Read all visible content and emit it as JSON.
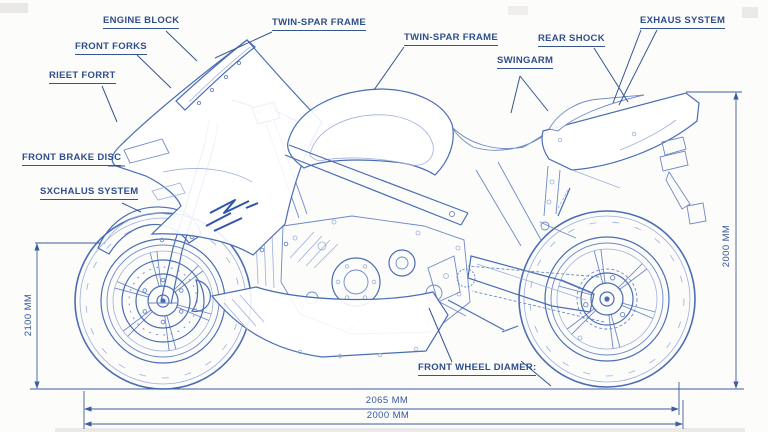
{
  "diagram": {
    "type": "motorcycle-blueprint",
    "labels": {
      "engine_block": "ENGINE BLOCK",
      "front_forks": "FRONT FORKS",
      "rieet_forrt": "RIEET FORRT",
      "twin_spar_frame_left": "TWIN-SPAR FRAME",
      "twin_spar_frame_right": "TWIN-SPAR FRAME",
      "rear_shock": "REAR SHOCK",
      "swingarm": "SWINGARM",
      "exhaus_system": "EXHAUS SYSTEM",
      "front_brake_disc": "FRONT BRAKE DISC",
      "sxchalus_system": "SXCHALUS SYSTEM",
      "front_wheel_diamer": "FRONT WHEEL DIAMER:"
    },
    "dimensions": {
      "left_height": "2100 MM",
      "right_height": "2000 MM",
      "bottom_outer_length": "2065 MM",
      "bottom_inner_length": "2000 MM"
    },
    "colors": {
      "line_primary": "#4a6db4",
      "line_secondary": "#6d89c6",
      "line_faint": "#9db0da",
      "annotation": "#35558f",
      "background": "#fcfcfb"
    }
  }
}
